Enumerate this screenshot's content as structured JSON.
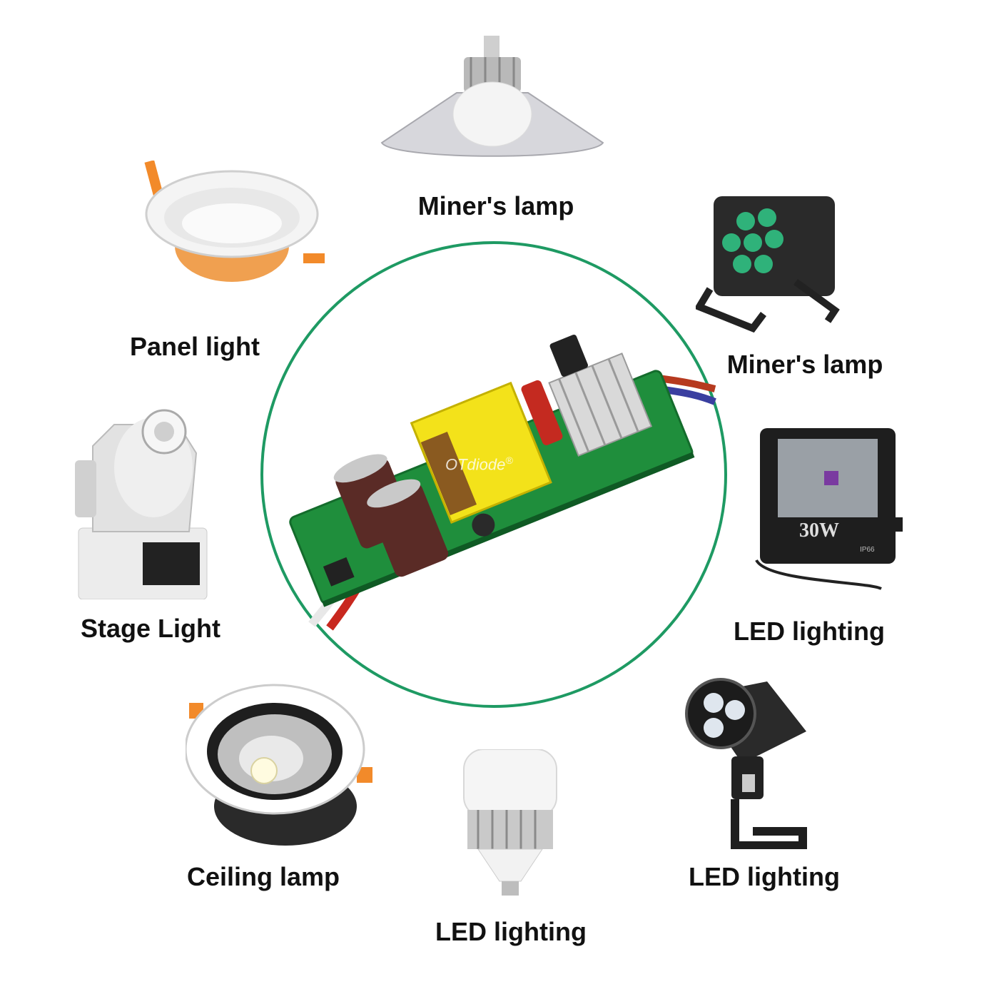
{
  "labels": {
    "top": "Miner's lamp",
    "top_right": "Miner's lamp",
    "top_left": "Panel light",
    "left": "Stage Light",
    "right": "LED lighting",
    "bottom_left": "Ceiling lamp",
    "bottom": "LED lighting",
    "bottom_right": "LED lighting"
  },
  "center": {
    "brand": "OTdiode",
    "brand_mark": "®"
  },
  "flood_light": {
    "wattage": "30W",
    "rating": "IP66"
  },
  "colors": {
    "ring": "#1e9a63",
    "pcb": "#1f8e3c",
    "transformer": "#f3e21a",
    "led_green": "#2fb27a",
    "orange_clip": "#f28a2a"
  }
}
